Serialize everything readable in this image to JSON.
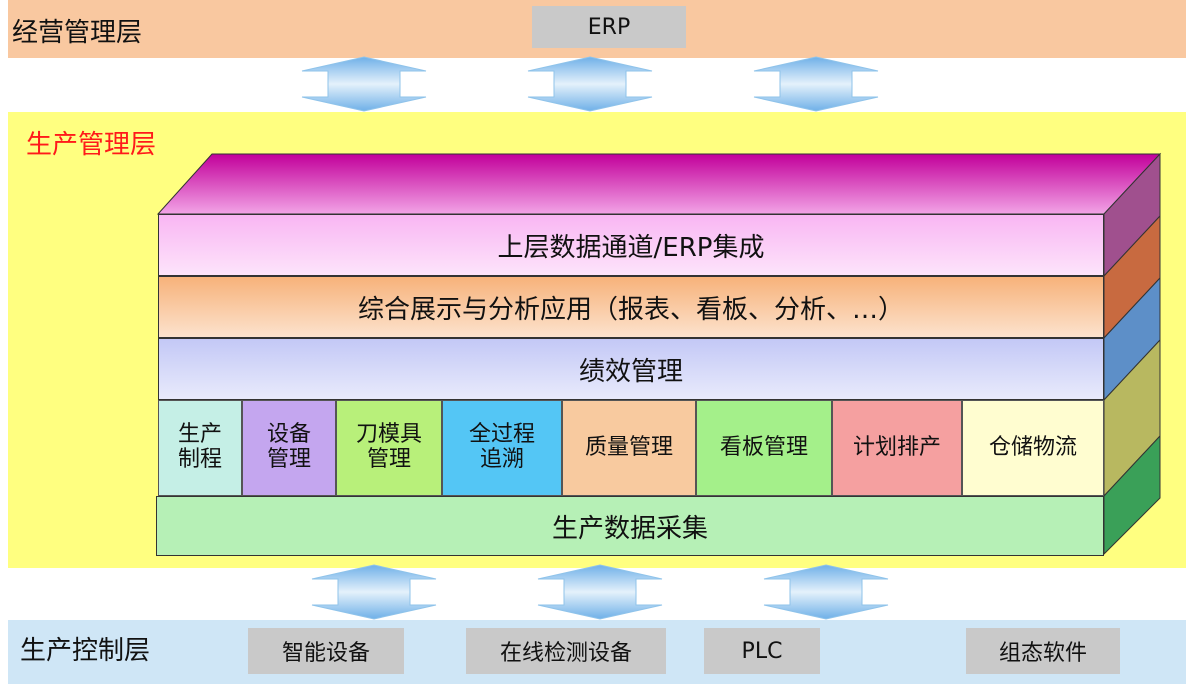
{
  "top_layer": {
    "title": "经营管理层",
    "system": "ERP"
  },
  "middle_layer": {
    "title": "生产管理层",
    "slabs": [
      {
        "label": "上层数据通道/ERP集成",
        "color": "#f9b6f3"
      },
      {
        "label": "综合展示与分析应用（报表、看板、分析、…）",
        "color": "#f7b27a"
      },
      {
        "label": "绩效管理",
        "color": "#c3c8f6"
      }
    ],
    "modules": [
      {
        "label": "生产\n制程",
        "color": "#c5efe6"
      },
      {
        "label": "设备\n管理",
        "color": "#c4a6ef"
      },
      {
        "label": "刀模具\n管理",
        "color": "#b8f07a"
      },
      {
        "label": "全过程\n追溯",
        "color": "#54c6f5"
      },
      {
        "label": "质量管理",
        "color": "#f8ca9f"
      },
      {
        "label": "看板管理",
        "color": "#a4f08a"
      },
      {
        "label": "计划排产",
        "color": "#f5a0a0"
      },
      {
        "label": "仓储物流",
        "color": "#fffdd0"
      }
    ],
    "base": {
      "label": "生产数据采集",
      "color": "#b6f0b6"
    }
  },
  "bottom_layer": {
    "title": "生产控制层",
    "devices": [
      "智能设备",
      "在线检测设备",
      "PLC",
      "组态软件"
    ]
  }
}
